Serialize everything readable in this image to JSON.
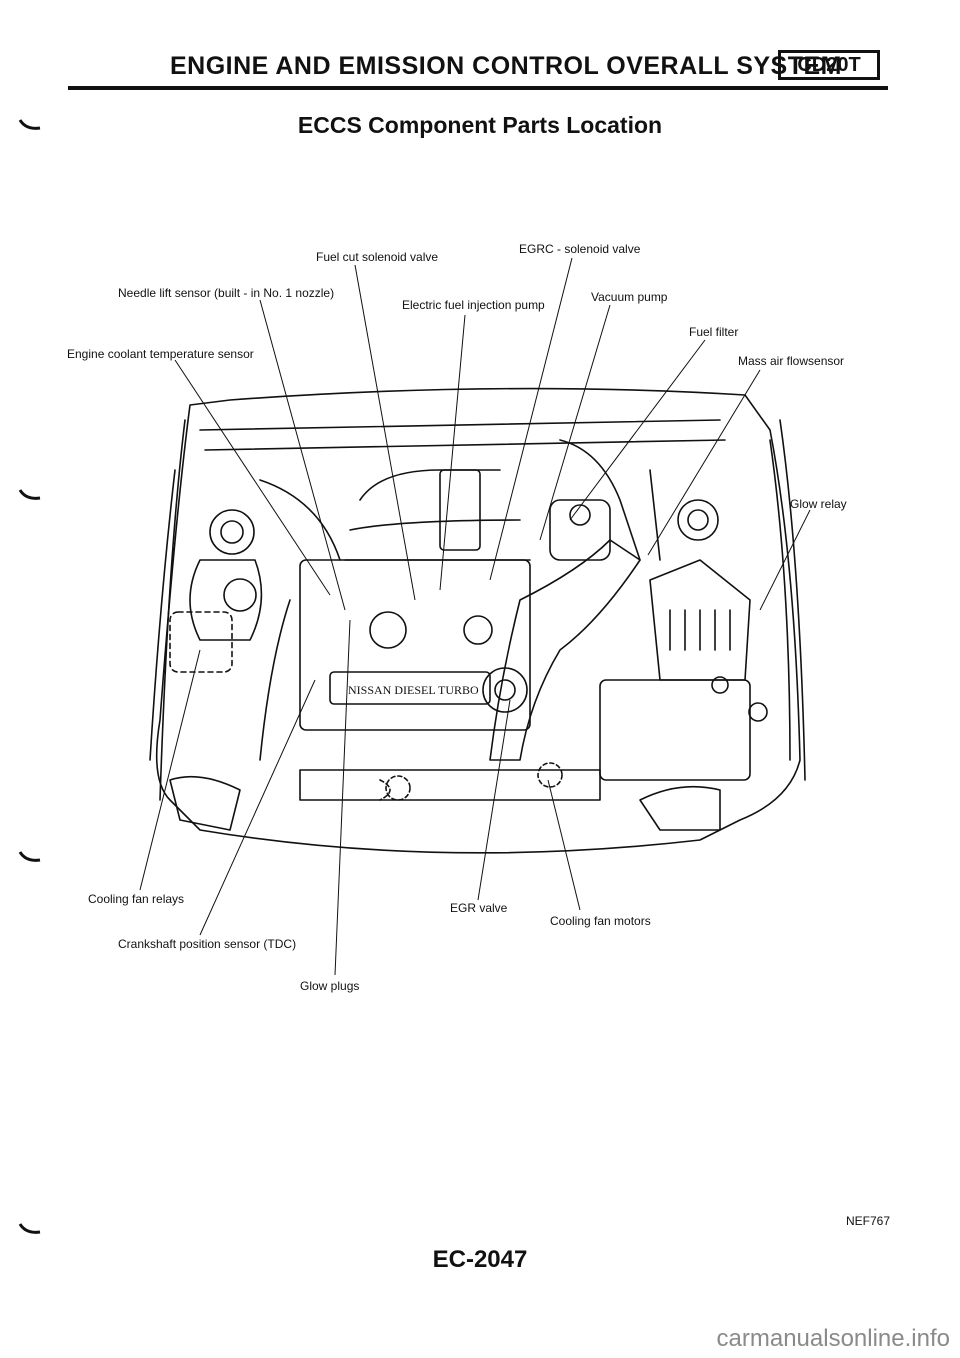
{
  "header": {
    "title": "ENGINE AND EMISSION CONTROL OVERALL SYSTEM",
    "model_badge": "CD20T"
  },
  "section_title": "ECCS Component Parts Location",
  "labels": {
    "fuel_cut_solenoid_valve": "Fuel cut solenoid valve",
    "egrc_solenoid_valve": "EGRC - solenoid valve",
    "needle_lift_sensor": "Needle lift sensor (built - in No. 1 nozzle)",
    "electric_fuel_injection_pump": "Electric fuel injection pump",
    "vacuum_pump": "Vacuum pump",
    "fuel_filter": "Fuel filter",
    "engine_coolant_temperature_sensor": "Engine coolant temperature sensor",
    "mass_air_flowsensor": "Mass air flowsensor",
    "glow_relay": "Glow relay",
    "cooling_fan_relays": "Cooling fan relays",
    "egr_valve": "EGR valve",
    "cooling_fan_motors": "Cooling fan motors",
    "crankshaft_position_sensor": "Crankshaft position sensor (TDC)",
    "glow_plugs": "Glow plugs"
  },
  "engine_badge": "NISSAN DIESEL TURBO",
  "figure_code": "NEF767",
  "page_number": "EC-2047",
  "watermark": "carmanualsonline.info"
}
